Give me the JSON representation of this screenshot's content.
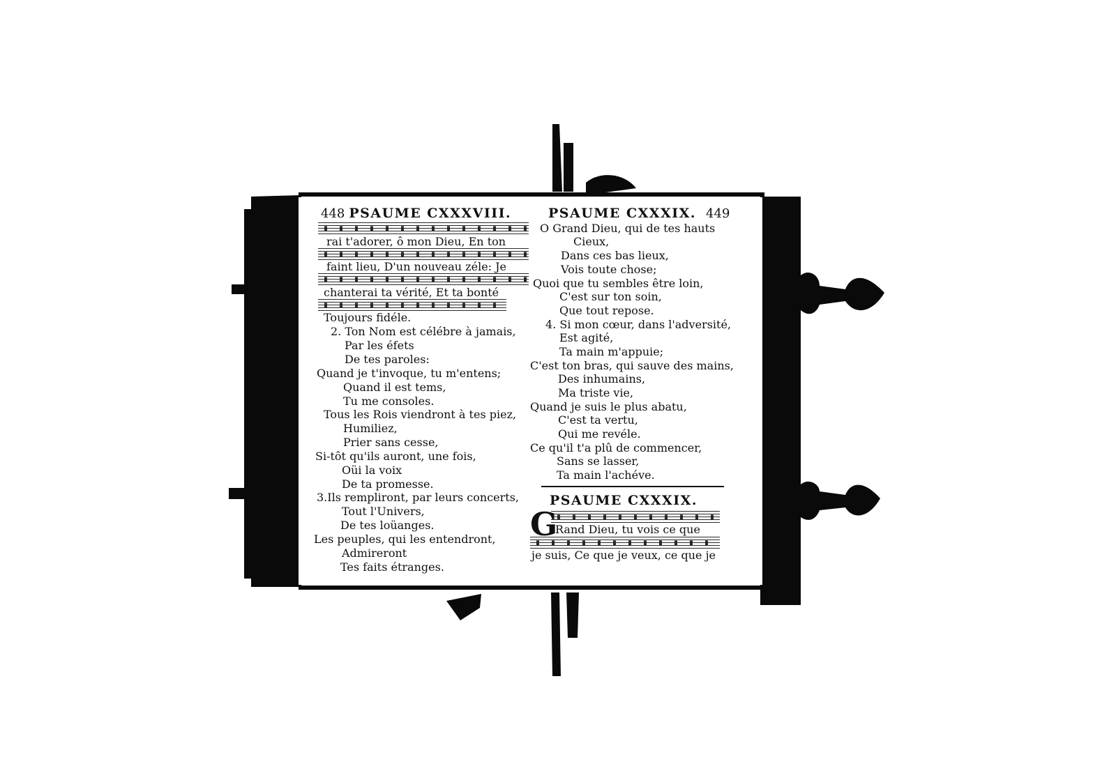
{
  "left_page": {
    "page_number": "448",
    "running_title": "PSAUME CXXXVIII.",
    "lines": [
      "rai t'adorer, ô mon Dieu, En ton",
      "faint lieu, D'un nouveau zéle: Je",
      "chanterai ta vérité, Et ta bonté",
      "Toujours fidéle.",
      "2. Ton Nom est célébre à jamais,",
      "Par les éfets",
      "De tes paroles:",
      "Quand je t'invoque, tu m'entens;",
      "Quand il est tems,",
      "Tu me consoles.",
      "Tous les Rois viendront à tes piez,",
      "Humiliez,",
      "Prier sans cesse,",
      "Si-tôt qu'ils auront, une fois,",
      "Oüi la voix",
      "De ta promesse.",
      "3.Ils rempliront, par leurs concerts,",
      "Tout l'Univers,",
      "De tes loüanges.",
      "Les peuples, qui les entendront,",
      "Admireront",
      "Tes faits étranges."
    ]
  },
  "right_page": {
    "page_number": "449",
    "running_title": "PSAUME CXXXIX.",
    "lines": [
      "O Grand Dieu, qui de tes hauts",
      "Cieux,",
      "Dans ces bas lieux,",
      "Vois toute chose;",
      "Quoi que tu sembles être loin,",
      "C'est sur ton soin,",
      "Que tout repose.",
      "4. Si mon cœur, dans l'adversité,",
      "Est agité,",
      "Ta main m'appuie;",
      "C'est ton bras, qui sauve des mains,",
      "Des inhumains,",
      "Ma triste vie,",
      "Quand je suis le plus abatu,",
      "C'est ta vertu,",
      "Qui me revéle.",
      "Ce qu'il t'a plû de commencer,",
      "Sans se lasser,",
      "Ta main l'achéve."
    ],
    "new_psalm": {
      "title": "PSAUME CXXXIX.",
      "drop_cap": "G",
      "lines": [
        "Rand Dieu, tu vois ce que",
        "je suis, Ce que je veux, ce que je"
      ]
    }
  }
}
